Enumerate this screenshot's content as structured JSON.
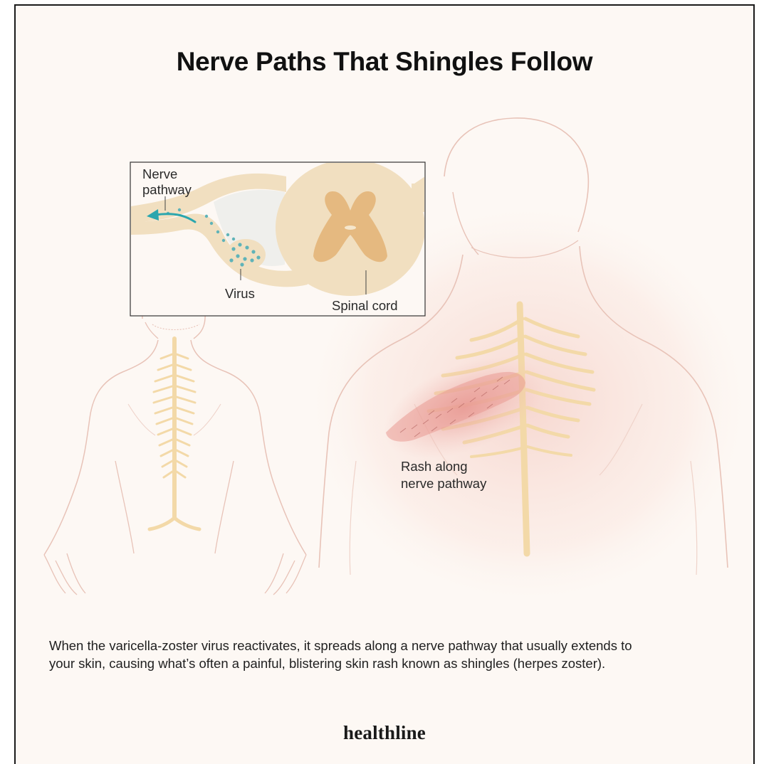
{
  "title": "Nerve Paths That Shingles Follow",
  "inset": {
    "label_nerve_line1": "Nerve",
    "label_nerve_line2": "pathway",
    "label_virus": "Virus",
    "label_spinal_cord": "Spinal cord"
  },
  "back_view": {
    "label_rash_line1": "Rash along",
    "label_rash_line2": "nerve pathway"
  },
  "caption": "When the varicella-zoster virus reactivates, it spreads along a nerve pathway that usually extends to your skin, causing what’s often a painful, blistering skin rash known as shingles (herpes zoster).",
  "brand": "healthline",
  "colors": {
    "background": "#fdf8f4",
    "skin_outline": "#e8c3b8",
    "nerve": "#f3d9a8",
    "grey_matter": "#e5b980",
    "virus": "#5fb3b8",
    "arrow": "#2aa6ae",
    "rash": "#e07a7a"
  }
}
